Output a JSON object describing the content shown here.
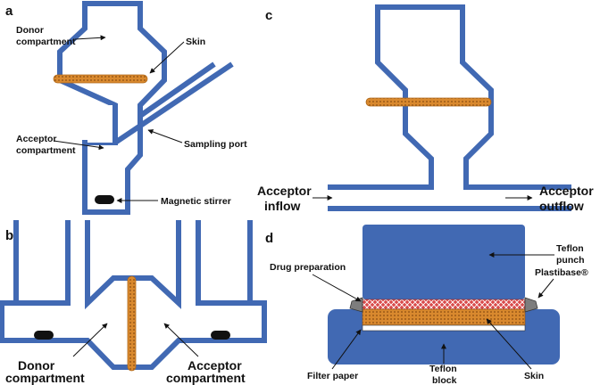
{
  "colors": {
    "glass": "#4169b3",
    "skin": "#d9892e",
    "block": "#4169b3",
    "drug": "#d94a4a",
    "plastibase": "#7d7d7d",
    "text": "#111111"
  },
  "panels": {
    "a": "a",
    "b": "b",
    "c": "c",
    "d": "d"
  },
  "labels": {
    "a_donor_1": "Donor",
    "a_donor_2": "compartment",
    "a_skin": "Skin",
    "a_acceptor_1": "Acceptor",
    "a_acceptor_2": "compartment",
    "a_sampling": "Sampling port",
    "a_stirrer": "Magnetic stirrer",
    "b_donor_1": "Donor",
    "b_donor_2": "compartment",
    "b_acceptor_1": "Acceptor",
    "b_acceptor_2": "compartment",
    "c_inflow_1": "Acceptor",
    "c_inflow_2": "inflow",
    "c_outflow_1": "Acceptor",
    "c_outflow_2": "outflow",
    "d_punch_1": "Teflon",
    "d_punch_2": "punch",
    "d_drug": "Drug preparation",
    "d_plastibase": "Plastibase®",
    "d_filter": "Filter paper",
    "d_block_1": "Teflon",
    "d_block_2": "block",
    "d_skin": "Skin"
  }
}
